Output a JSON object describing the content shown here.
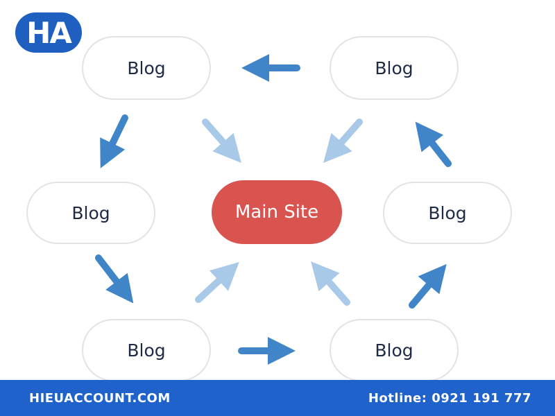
{
  "logo": {
    "text": "HA"
  },
  "nodes": {
    "top_left": "Blog",
    "top_right": "Blog",
    "mid_left": "Blog",
    "center": "Main Site",
    "mid_right": "Blog",
    "bottom_left": "Blog",
    "bottom_right": "Blog"
  },
  "footer": {
    "website": "HIEUACCOUNT.COM",
    "hotline": "Hotline: 0921 191 777"
  },
  "colors": {
    "arrow_dark": "#3f85c8",
    "arrow_light": "#a9c9e8",
    "main_site": "#d9534f",
    "footer_bg": "#1f62cc",
    "logo_bg": "#1f5fbf"
  }
}
